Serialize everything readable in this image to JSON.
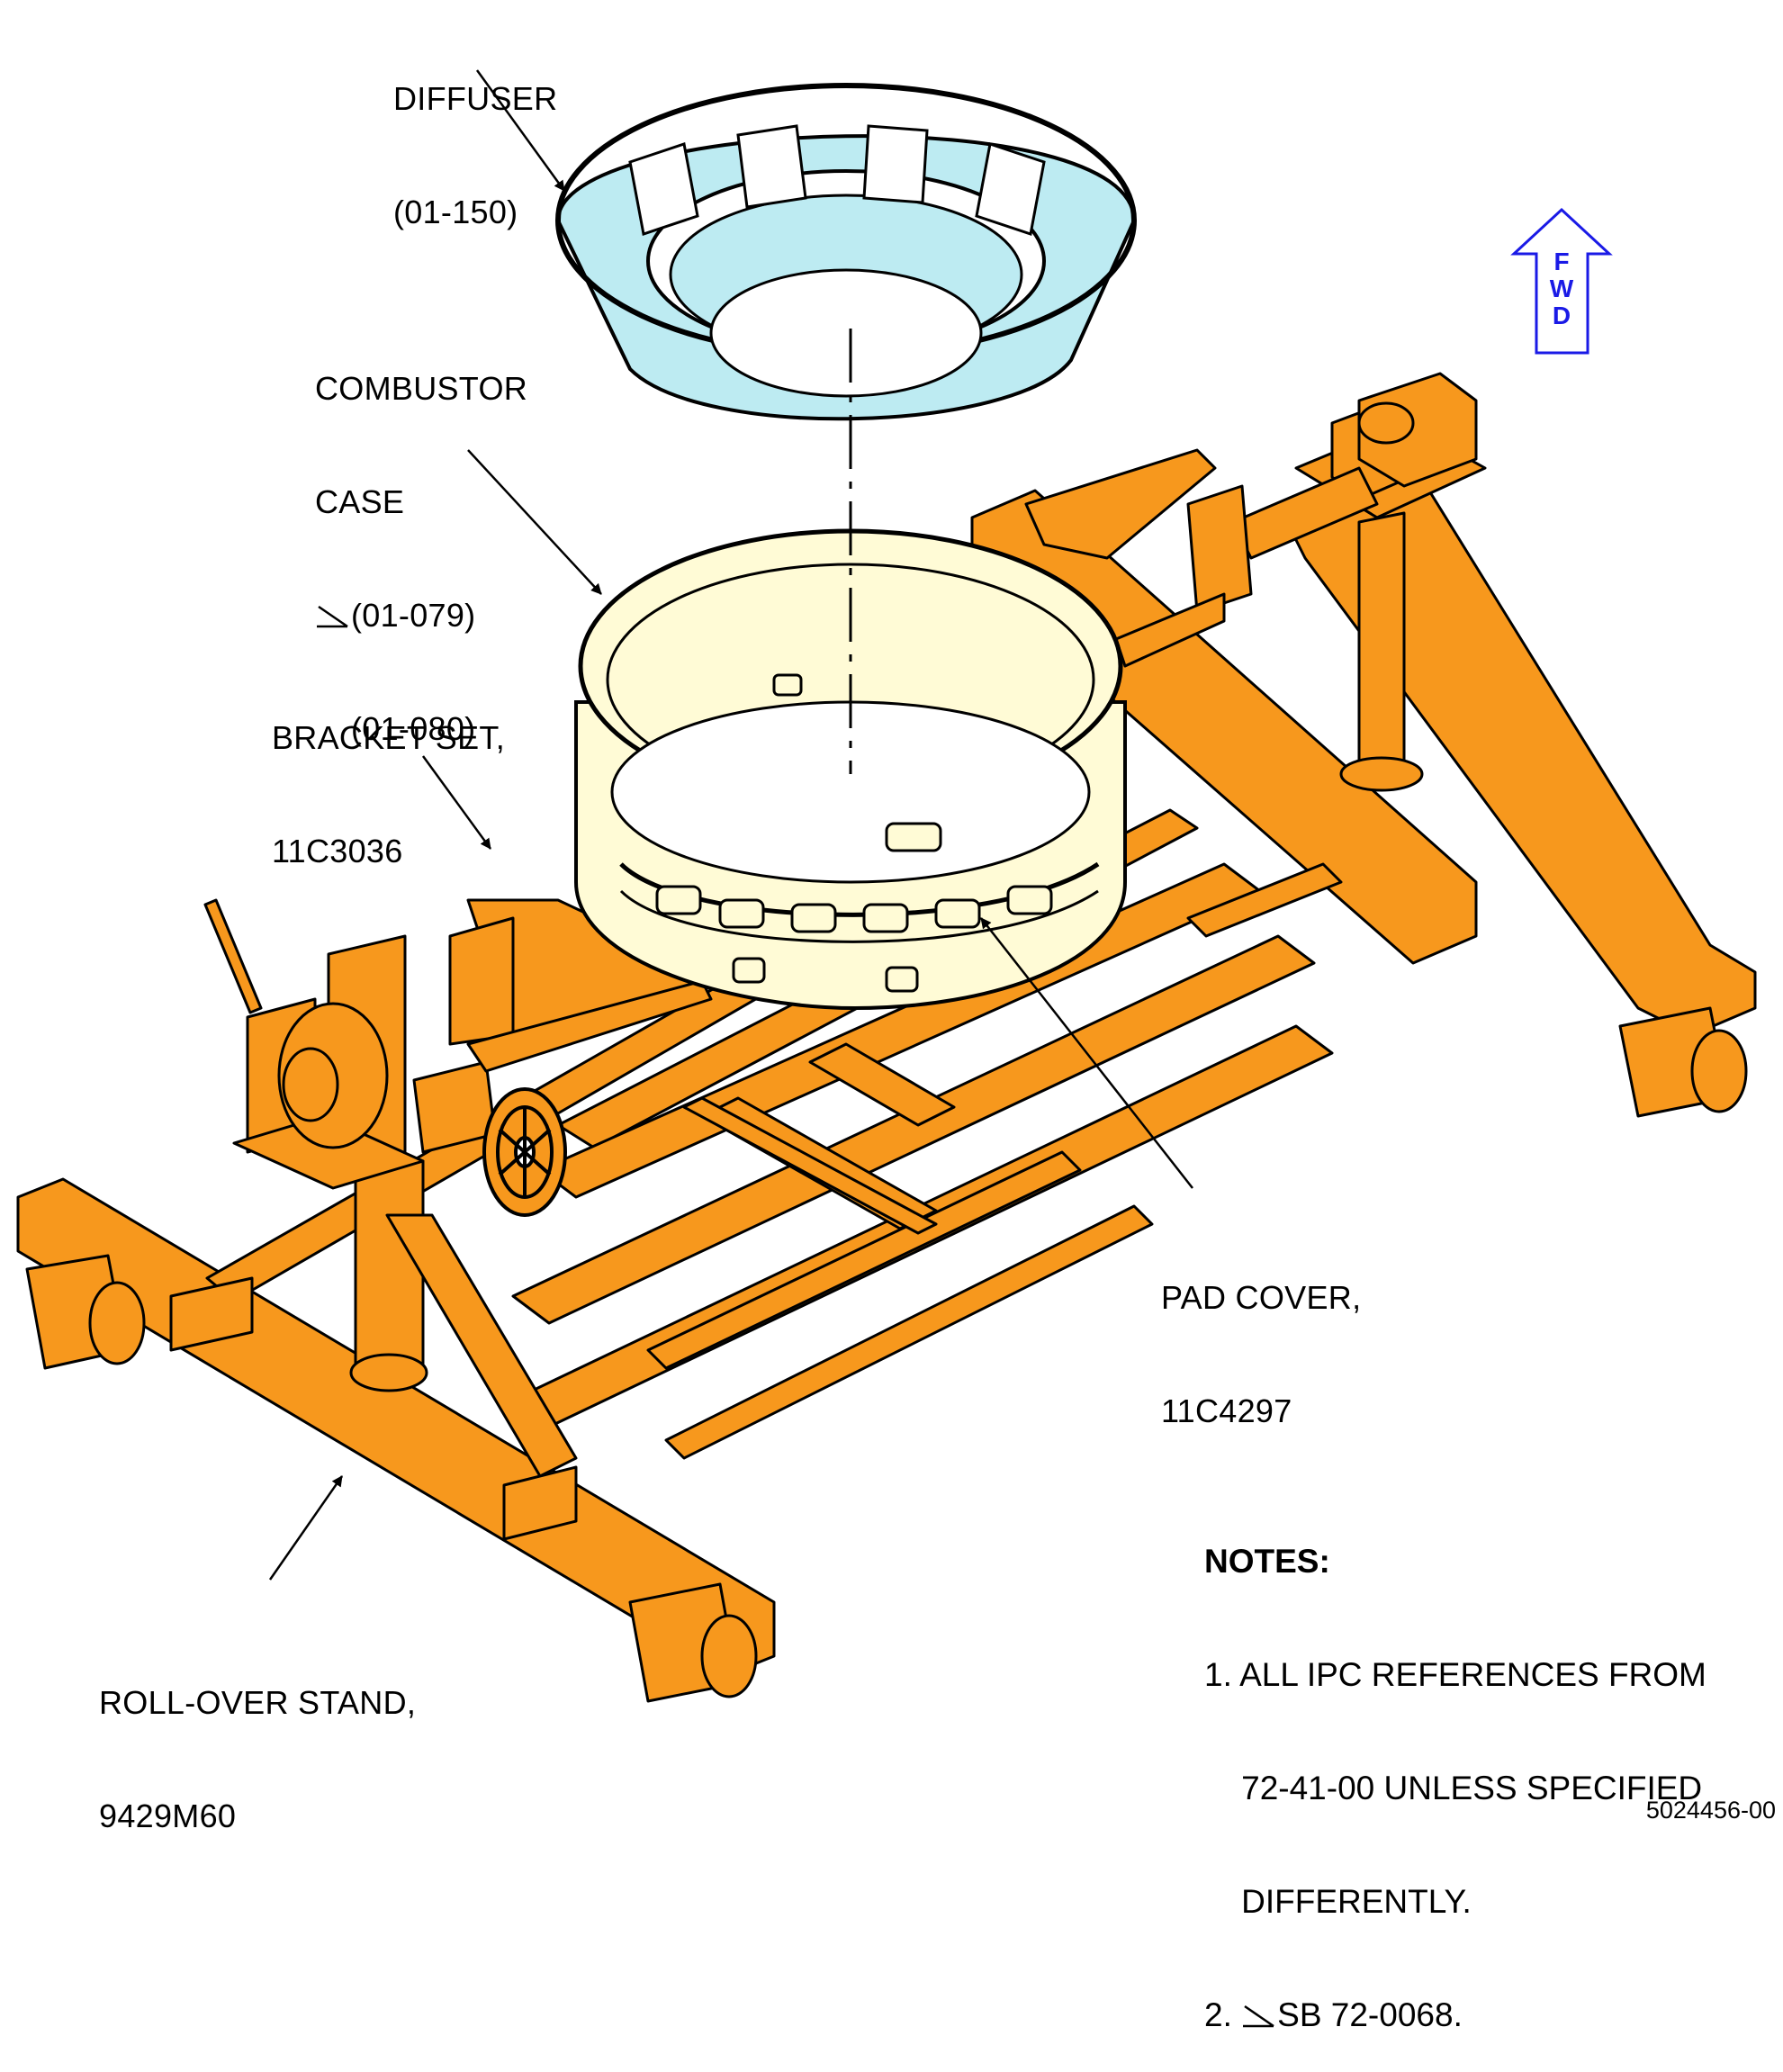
{
  "callouts": {
    "diffuser": [
      "DIFFUSER",
      "(01-150)"
    ],
    "combustor_case": {
      "line1": "COMBUSTOR",
      "line2": "CASE",
      "ref_sb": "(01-079)",
      "ref": "(01-080)"
    },
    "bracket_set": [
      "BRACKET SET,",
      "11C3036"
    ],
    "pad_cover": [
      "PAD COVER,",
      "11C4297"
    ],
    "rollover_stand": [
      "ROLL-OVER STAND,",
      "9429M60"
    ]
  },
  "fwd_arrow": {
    "letters": [
      "F",
      "W",
      "D"
    ]
  },
  "notes": {
    "title": "NOTES:",
    "note1": [
      "1. ALL IPC REFERENCES FROM",
      "    72-41-00 UNLESS SPECIFIED",
      "    DIFFERENTLY."
    ],
    "note2_prefix": "2.",
    "note2_text": "SB 72-0068."
  },
  "figure_number": "5024456-00",
  "colors": {
    "stand": "#F7981D",
    "diffuser": "#BDEBF2",
    "combustor_case": "#FFFBD6",
    "fwd_arrow": "#1A1AE6",
    "line": "#000000"
  }
}
